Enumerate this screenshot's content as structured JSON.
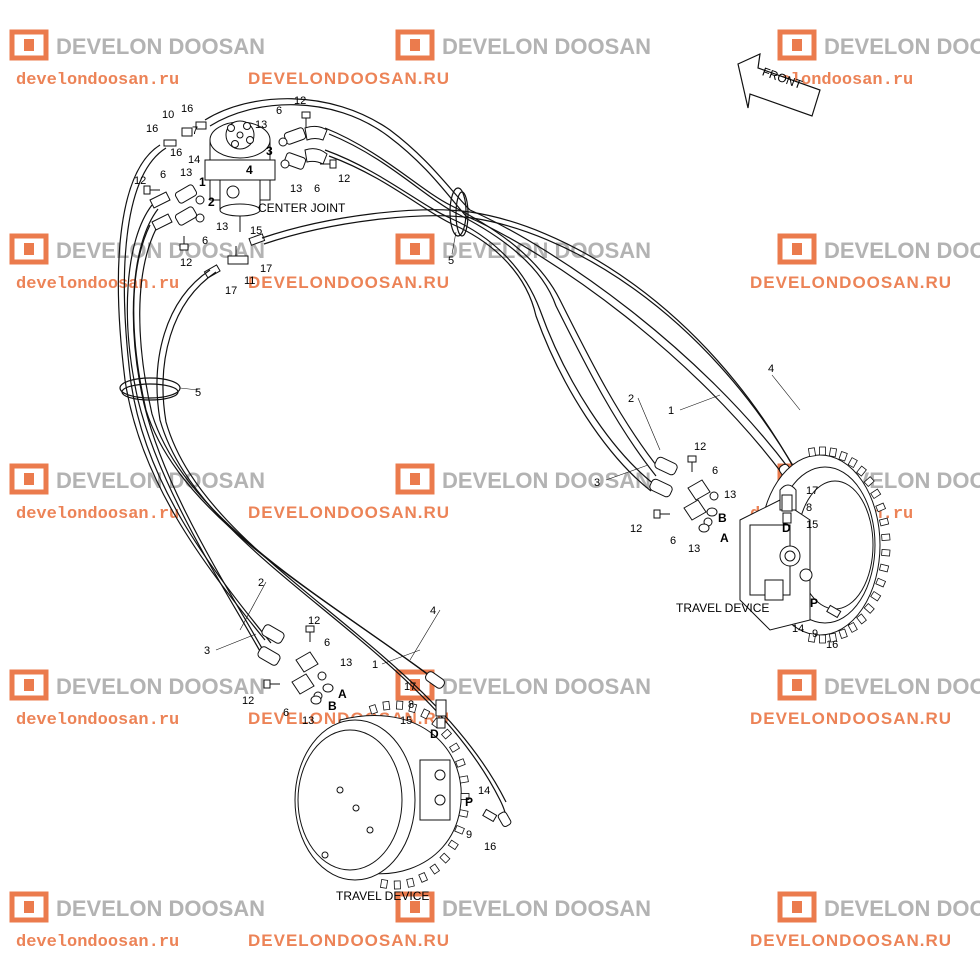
{
  "watermark": {
    "brand": "DEVELON DOOSAN",
    "url_lower": "develondoosan.ru",
    "url_upper": "DEVELONDOOSAN.RU",
    "color": "#e8652e"
  },
  "captions": {
    "center_joint": "CENTER JOINT",
    "travel_device_right": "TRAVEL DEVICE",
    "travel_device_left": "TRAVEL DEVICE",
    "front": "FRONT"
  },
  "ports": {
    "a": "A",
    "b": "B",
    "d": "D",
    "p": "P"
  },
  "callouts": {
    "n1": "1",
    "n2": "2",
    "n3": "3",
    "n4": "4",
    "n5": "5",
    "n6": "6",
    "n7": "7",
    "n8": "8",
    "n9": "9",
    "n10": "10",
    "n11": "11",
    "n12": "12",
    "n13": "13",
    "n14": "14",
    "n15": "15",
    "n16": "16",
    "n17": "17"
  }
}
